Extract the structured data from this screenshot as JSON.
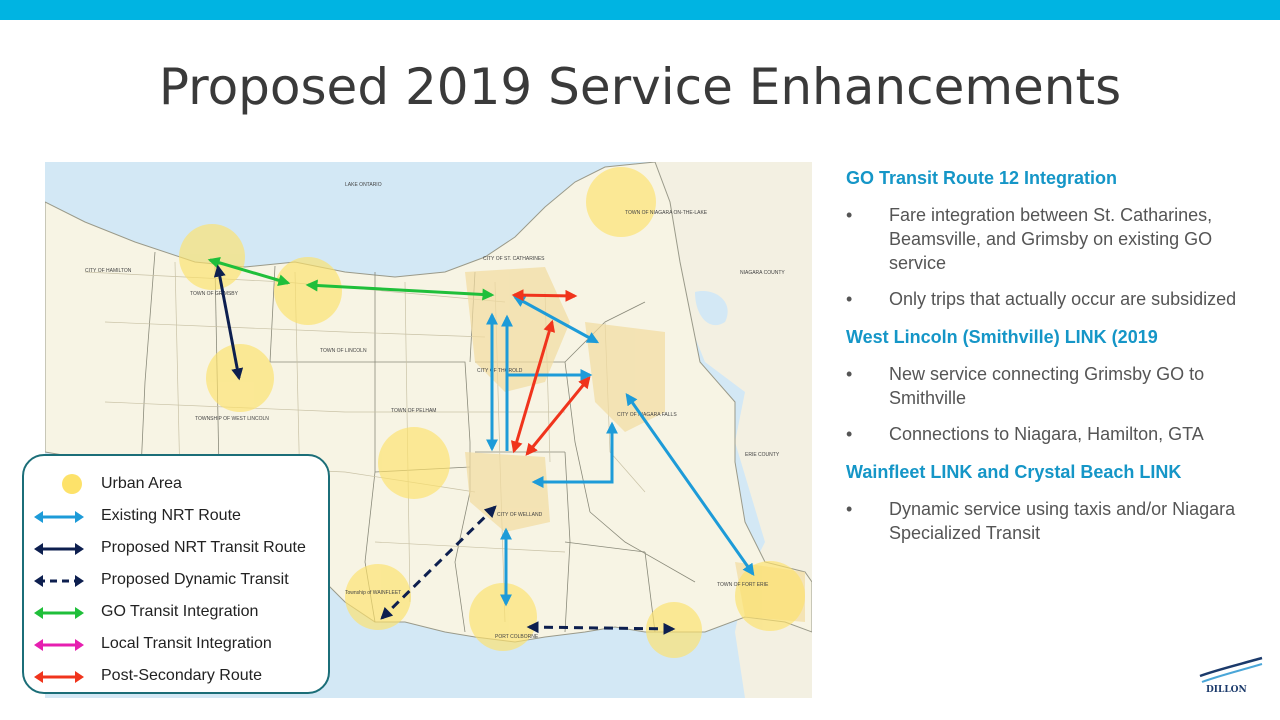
{
  "slide": {
    "title": "Proposed 2019 Service Enhancements"
  },
  "map": {
    "labels": {
      "lake": "LAKE ONTARIO",
      "hamilton": "CITY OF HAMILTON",
      "grimsby": "TOWN OF GRIMSBY",
      "lincoln": "TOWN OF LINCOLN",
      "west_lincoln": "TOWNSHIP OF WEST LINCOLN",
      "pelham": "TOWN OF PELHAM",
      "st_catharines": "CITY OF ST. CATHARINES",
      "niagara_otl": "TOWN OF NIAGARA ON-THE-LAKE",
      "niagara_county": "NIAGARA COUNTY",
      "thorold": "CITY OF THOROLD",
      "niagara_falls": "CITY OF NIAGARA FALLS",
      "erie_county": "ERIE COUNTY",
      "welland": "CITY OF WELLAND",
      "wainfleet": "Township of WAINFLEET",
      "port_colborne": "PORT COLBORNE",
      "fort_erie": "TOWN OF FORT ERIE"
    }
  },
  "legend": {
    "items": [
      {
        "label": "Urban Area",
        "color": "#fde26a"
      },
      {
        "label": "Existing NRT Route",
        "color": "#1d9bd8"
      },
      {
        "label": "Proposed NRT Transit Route",
        "color": "#0d1f4f"
      },
      {
        "label": "Proposed Dynamic Transit",
        "color": "#0d1f4f"
      },
      {
        "label": "GO Transit Integration",
        "color": "#1fbf3a"
      },
      {
        "label": "Local Transit Integration",
        "color": "#e61fb0"
      },
      {
        "label": "Post-Secondary Route",
        "color": "#f0341c"
      }
    ]
  },
  "sections": [
    {
      "heading": "GO Transit Route 12 Integration",
      "bullets": [
        "Fare integration between St. Catharines, Beamsville, and Grimsby on existing GO service",
        "Only trips that actually occur are subsidized"
      ]
    },
    {
      "heading": "West Lincoln (Smithville) LINK (2019",
      "bullets": [
        "New service connecting Grimsby GO to Smithville",
        "Connections to Niagara, Hamilton, GTA"
      ]
    },
    {
      "heading": "Wainfleet LINK  and Crystal Beach LINK",
      "bullets": [
        "Dynamic service using taxis and/or Niagara Specialized Transit"
      ]
    }
  ],
  "logo": {
    "text": "DILLON"
  }
}
